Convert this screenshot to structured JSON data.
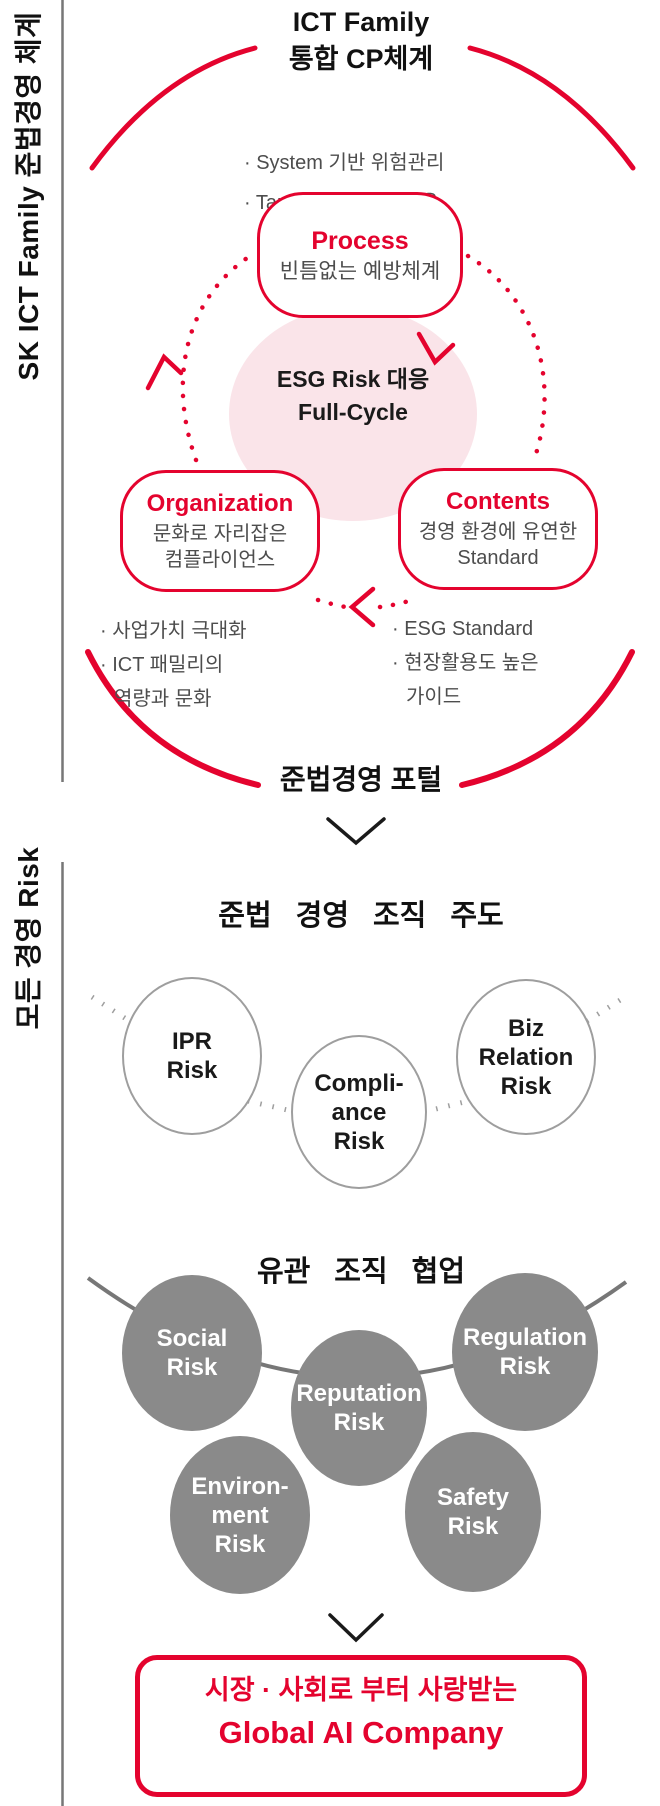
{
  "colors": {
    "accent_red": "#E4032E",
    "pink_fill": "#FAE4E9",
    "gray_circle_fill": "#8A8A8A",
    "outline_gray": "#9E9E9E",
    "line_gray": "#777777",
    "text_dark": "#1A1A1A",
    "text_gray": "#4D4D4D"
  },
  "section1": {
    "side_label": "SK ICT Family 준법경영 체계",
    "title_line1": "ICT Family",
    "title_line2": "통합 CP체계",
    "top_bullets": {
      "b1": "· System 기반 위험관리",
      "b2": "· Target 기반 점검/대응"
    },
    "cycle": {
      "process": {
        "title": "Process",
        "desc": "빈틈없는 예방체계"
      },
      "organization": {
        "title": "Organization",
        "desc_line1": "문화로 자리잡은",
        "desc_line2": "컴플라이언스"
      },
      "contents": {
        "title": "Contents",
        "desc_line1": "경영 환경에 유연한",
        "desc_line2": "Standard"
      },
      "center_line1": "ESG Risk 대응",
      "center_line2": "Full-Cycle"
    },
    "org_bullets": {
      "b1": "· 사업가치 극대화",
      "b2": "· ICT 패밀리의",
      "b3": "역량과 문화"
    },
    "contents_bullets": {
      "b1": "· ESG Standard",
      "b2": "· 현장활용도 높은",
      "b3": "가이드"
    },
    "portal_label": "준법경영 포털"
  },
  "section2": {
    "side_label": "모든 경영 Risk",
    "lead_title": "준법 경영 조직 주도",
    "lead_circles": [
      {
        "lines": [
          "IPR",
          "Risk"
        ]
      },
      {
        "lines": [
          "Compli-",
          "ance",
          "Risk"
        ]
      },
      {
        "lines": [
          "Biz",
          "Relation",
          "Risk"
        ]
      }
    ],
    "collab_title": "유관 조직 협업",
    "collab_circles": [
      {
        "lines": [
          "Social",
          "Risk"
        ]
      },
      {
        "lines": [
          "Reputation",
          "Risk"
        ]
      },
      {
        "lines": [
          "Regulation",
          "Risk"
        ]
      },
      {
        "lines": [
          "Environ-",
          "ment",
          "Risk"
        ]
      },
      {
        "lines": [
          "Safety",
          "Risk"
        ]
      }
    ],
    "goal_line1": "시장 · 사회로 부터 사랑받는",
    "goal_line2": "Global AI Company"
  }
}
